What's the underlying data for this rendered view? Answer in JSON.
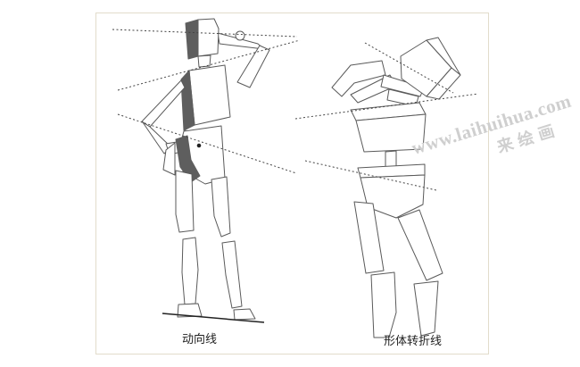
{
  "captions": {
    "left": "动向线",
    "right": "形体转折线"
  },
  "watermark": {
    "url": "www.laihuihua.com",
    "brand": "来绘画"
  },
  "colors": {
    "frame_border": "#e2dccb",
    "line": "#5a5a5a",
    "shadow": "#5e5e5e",
    "guide": "#444444"
  }
}
